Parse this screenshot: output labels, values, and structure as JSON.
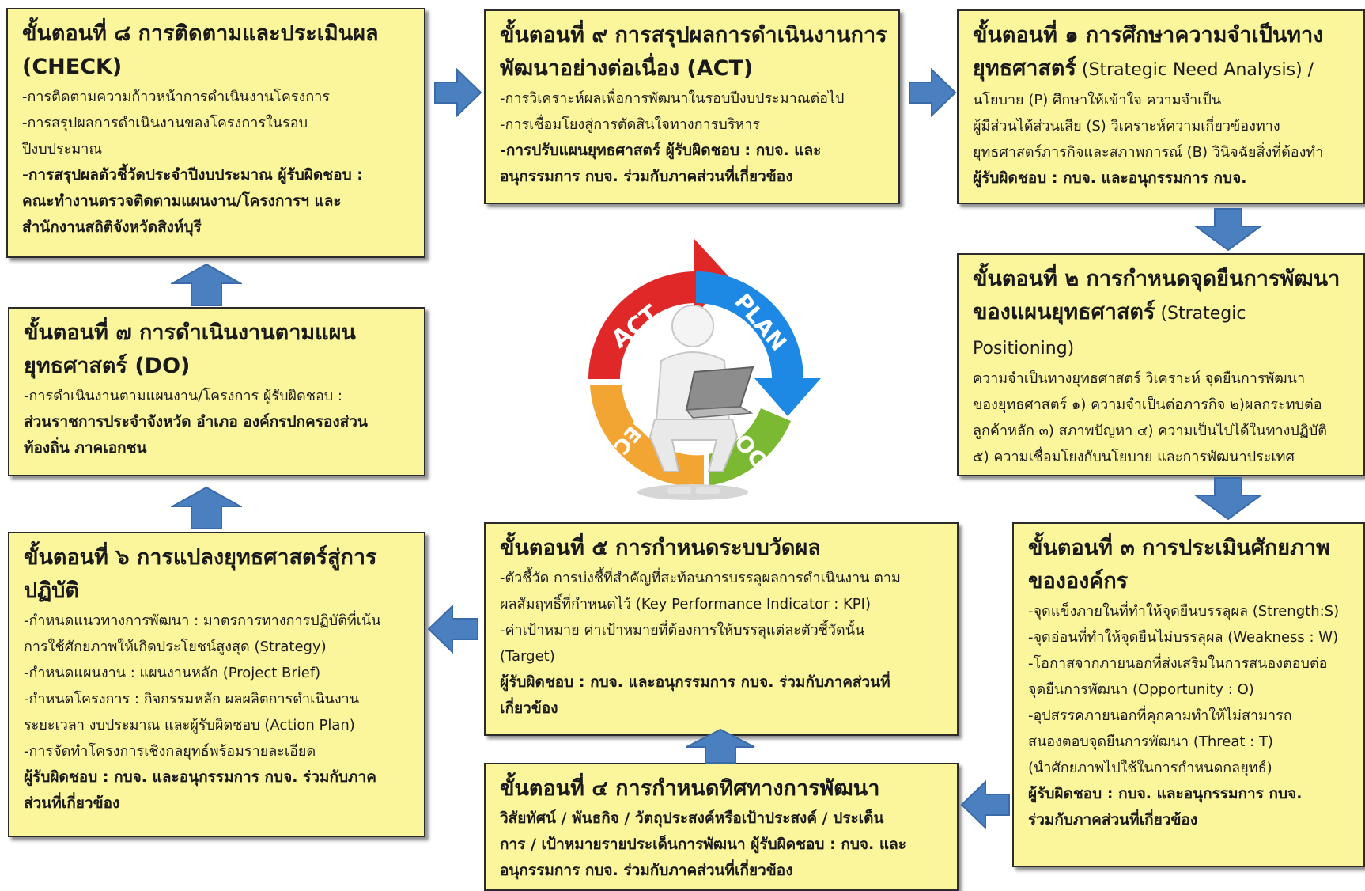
{
  "colors": {
    "box_fill": "#fbf59b",
    "arrow": "#4a7fc0",
    "act": "#e02828",
    "plan": "#1e88e5",
    "do": "#7cb933",
    "check": "#f2a533"
  },
  "steps": {
    "s8": {
      "title": "ขั้นตอนที่ ๘ การติดตามและประเมินผล",
      "title2": "(CHECK)",
      "lines": [
        "-การติดตามความก้าวหน้าการดำเนินงานโครงการ",
        "-การสรุปผลการดำเนินงานของโครงการในรอบ",
        "ปีงบประมาณ",
        "-การสรุปผลตัวชี้วัดประจำปีงบประมาณ  ผู้รับผิดชอบ :",
        "คณะทำงานตรวจติดตามแผนงาน/โครงการฯ และ",
        "สำนักงานสถิติจังหวัดสิงห์บุรี"
      ]
    },
    "s9": {
      "title": "ขั้นตอนที่ ๙ การสรุปผลการดำเนินงานการ",
      "title2": "พัฒนาอย่างต่อเนื่อง  (ACT)",
      "lines": [
        "-การวิเคราะห์ผลเพื่อการพัฒนาในรอบปีงบประมาณต่อไป",
        "-การเชื่อมโยงสู่การตัดสินใจทางการบริหาร",
        "-การปรับแผนยุทธศาสตร์     ผู้รับผิดชอบ : กบจ. และ",
        "อนุกรรมการ  กบจ. ร่วมกับภาคส่วนที่เกี่ยวข้อง"
      ]
    },
    "s1": {
      "title": "ขั้นตอนที่ ๑ การศึกษาความจำเป็นทาง",
      "title2a": "ยุทธศาสตร์",
      "title2b": "  (Strategic Need Analysis) /",
      "lines": [
        "นโยบาย (P)             ศึกษาให้เข้าใจ      ความจำเป็น",
        "ผู้มีส่วนได้ส่วนเสีย (S)   วิเคราะห์ความเกี่ยวข้องทาง",
        "ยุทธศาสตร์ภารกิจและสภาพการณ์ (B)  วินิจฉัยสิ่งที่ต้องทำ",
        "ผู้รับผิดชอบ : กบจ. และอนุกรรมการ  กบจ."
      ]
    },
    "s2": {
      "title": "ขั้นตอนที่ ๒ การกำหนดจุดยืนการพัฒนา",
      "title2a": "ของแผนยุทธศาสตร์",
      "title2b": "  (Strategic Positioning)",
      "lines": [
        "ความจำเป็นทางยุทธศาสตร์  วิเคราะห์ จุดยืนการพัฒนา",
        "ของยุทธศาสตร์ ๑) ความจำเป็นต่อภารกิจ ๒)ผลกระทบต่อ",
        "ลูกค้าหลัก ๓) สภาพปัญหา ๔) ความเป็นไปได้ในทางปฏิบัติ",
        "๕) ความเชื่อมโยงกับนโยบาย และการพัฒนาประเทศ",
        "ผู้รับผิดชอบ : กบจ. และอนุกรรมการ  กบจ."
      ]
    },
    "s7": {
      "title": "ขั้นตอนที่ ๗ การดำเนินงานตามแผน",
      "title2": "ยุทธศาสตร์  (DO)",
      "lines": [
        "-การดำเนินงานตามแผนงาน/โครงการ     ผู้รับผิดชอบ :",
        "ส่วนราชการประจำจังหวัด  อำเภอ องค์กรปกครองส่วน",
        "ท้องถิ่น ภาคเอกชน"
      ]
    },
    "s6": {
      "title": "ขั้นตอนที่ ๖ การแปลงยุทธศาสตร์สู่การ",
      "title2": "ปฏิบัติ",
      "lines": [
        "-กำหนดแนวทางการพัฒนา : มาตรการทางการปฏิบัติที่เน้น",
        "การใช้ศักยภาพให้เกิดประโยชน์สูงสุด (Strategy)",
        "-กำหนดแผนงาน : แผนงานหลัก (Project Brief)",
        "-กำหนดโครงการ : กิจกรรมหลัก ผลผลิตการดำเนินงาน",
        "ระยะเวลา งบประมาณ และผู้รับผิดชอบ (Action Plan)",
        "-การจัดทำโครงการเชิงกลยุทธ์พร้อมรายละเอียด",
        "ผู้รับผิดชอบ : กบจ. และอนุกรรมการ  กบจ. ร่วมกับภาค",
        "ส่วนที่เกี่ยวข้อง"
      ]
    },
    "s5": {
      "title": "ขั้นตอนที่ ๕ การกำหนดระบบวัดผล",
      "lines": [
        "-ตัวชี้วัด การบ่งชี้ที่สำคัญที่สะท้อนการบรรลุผลการดำเนินงาน ตาม",
        "ผลสัมฤทธิ์ที่กำหนดไว้ (Key Performance Indicator : KPI)",
        "-ค่าเป้าหมาย ค่าเป้าหมายที่ต้องการให้บรรลุแต่ละตัวชี้วัดนั้น",
        "(Target)",
        "ผู้รับผิดชอบ : กบจ. และอนุกรรมการ  กบจ. ร่วมกับภาคส่วนที่",
        "เกี่ยวข้อง"
      ]
    },
    "s3": {
      "title": "ขั้นตอนที่ ๓ การประเมินศักยภาพ",
      "title2": "ขององค์กร",
      "lines": [
        "-จุดแข็งภายในที่ทำให้จุดยืนบรรลุผล (Strength:S)",
        "-จุดอ่อนที่ทำให้จุดยืนไม่บรรลุผล (Weakness : W)",
        "-โอกาสจากภายนอกที่ส่งเสริมในการสนองตอบต่อ",
        "จุดยืนการพัฒนา (Opportunity : O)",
        "-อุปสรรคภายนอกที่คุกคามทำให้ไม่สามารถ",
        "สนองตอบจุดยืนการพัฒนา (Threat : T)",
        "(นำศักยภาพไปใช้ในการกำหนดกลยุทธ์)",
        "ผู้รับผิดชอบ : กบจ. และอนุกรรมการ  กบจ.",
        "ร่วมกับภาคส่วนที่เกี่ยวข้อง"
      ]
    },
    "s4": {
      "title": "ขั้นตอนที่ ๔ การกำหนดทิศทางการพัฒนา",
      "lines": [
        "วิสัยทัศน์ / พันธกิจ / วัตถุประสงค์หรือเป้าประสงค์  / ประเด็น",
        "การ / เป้าหมายรายประเด็นการพัฒนา  ผู้รับผิดชอบ : กบจ. และ",
        "อนุกรรมการ  กบจ. ร่วมกับภาคส่วนที่เกี่ยวข้อง"
      ]
    }
  },
  "cycle": {
    "act": "ACT",
    "plan": "PLAN",
    "do": "DO",
    "check": "CHECK"
  }
}
